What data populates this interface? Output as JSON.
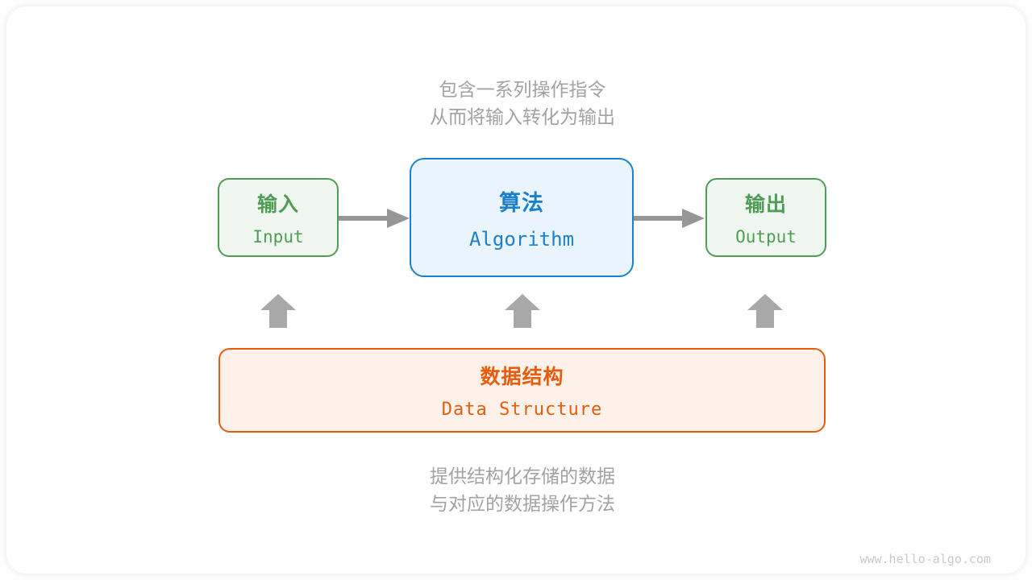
{
  "colors": {
    "green": "#4f9d55",
    "green_fill": "#f0f7f0",
    "blue": "#1c80cc",
    "blue_fill": "#eaf4fc",
    "orange": "#e85c0d",
    "orange_fill": "#fdf1e9",
    "gray_text": "#a2a2a2",
    "arrow": "#969696",
    "block_arrow": "#a8a8a8",
    "watermark": "#c9c9c9"
  },
  "captions": {
    "top": {
      "line1": "包含一系列操作指令",
      "line2": "从而将输入转化为输出"
    },
    "bottom": {
      "line1": "提供结构化存储的数据",
      "line2": "与对应的数据操作方法"
    }
  },
  "nodes": {
    "input": {
      "title": "输入",
      "subtitle": "Input"
    },
    "algorithm": {
      "title": "算法",
      "subtitle": "Algorithm"
    },
    "output": {
      "title": "输出",
      "subtitle": "Output"
    },
    "data_structure": {
      "title": "数据结构",
      "subtitle": "Data Structure"
    }
  },
  "icons": {
    "flow_arrow": "arrow-right-icon",
    "support_arrow": "block-arrow-up-icon"
  },
  "watermark": {
    "text": "www.hello-algo.com"
  }
}
